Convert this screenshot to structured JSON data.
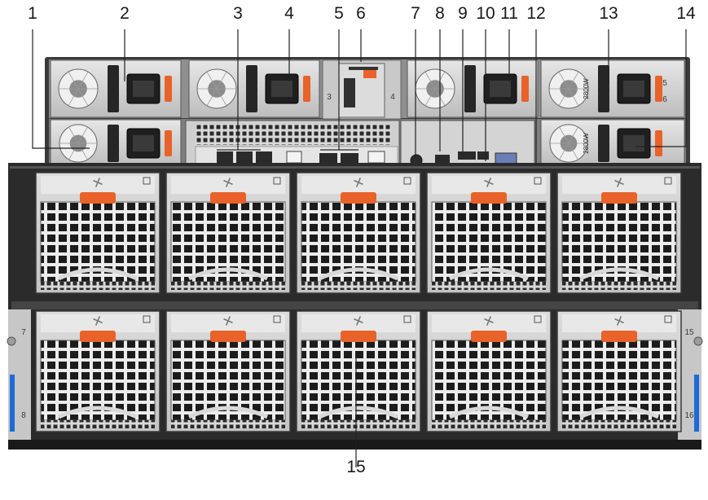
{
  "callouts": [
    {
      "id": "1",
      "label": "1"
    },
    {
      "id": "2",
      "label": "2"
    },
    {
      "id": "3",
      "label": "3"
    },
    {
      "id": "4",
      "label": "4"
    },
    {
      "id": "5",
      "label": "5"
    },
    {
      "id": "6",
      "label": "6"
    },
    {
      "id": "7",
      "label": "7"
    },
    {
      "id": "8",
      "label": "8"
    },
    {
      "id": "9",
      "label": "9"
    },
    {
      "id": "10",
      "label": "10"
    },
    {
      "id": "11",
      "label": "11"
    },
    {
      "id": "12",
      "label": "12"
    },
    {
      "id": "13",
      "label": "13"
    },
    {
      "id": "14",
      "label": "14"
    },
    {
      "id": "15",
      "label": "15"
    }
  ],
  "chassis_marks": {
    "left_upper": "7",
    "left_lower": "8",
    "right_upper": "15",
    "right_lower": "16",
    "slot3": "3",
    "slot4": "4",
    "slot5": "5",
    "slot6": "6"
  },
  "psu_rating": "2800W",
  "colors": {
    "release_tab": "#e8622a",
    "chassis_dark": "#2b2b2b",
    "metal_light": "#d6d6d6",
    "metal_mid": "#a9a9a9",
    "line": "#222222",
    "side_bar_blue": "#1e6bd6"
  },
  "icons": {
    "fan": "fan-icon",
    "handle": "release-handle-icon",
    "screw": "thumbscrew-icon"
  }
}
